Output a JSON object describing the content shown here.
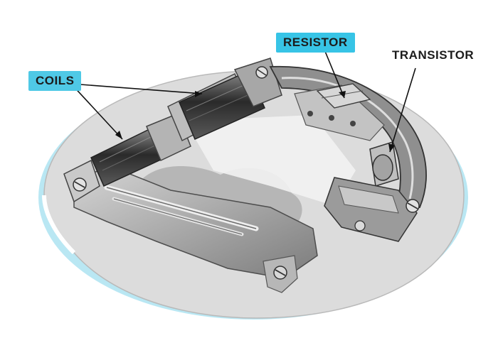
{
  "labels": {
    "coils": "COILS",
    "resistor": "RESISTOR",
    "transistor": "TRANSISTOR"
  },
  "colors": {
    "disc_fill": "#dcdcdc",
    "disc_rim": "#7fd3ea",
    "callout_bg": "#4fc9e6",
    "metal_dark": "#2c2c2c",
    "metal_mid": "#8a8a8a",
    "metal_light": "#c4c4c4"
  }
}
